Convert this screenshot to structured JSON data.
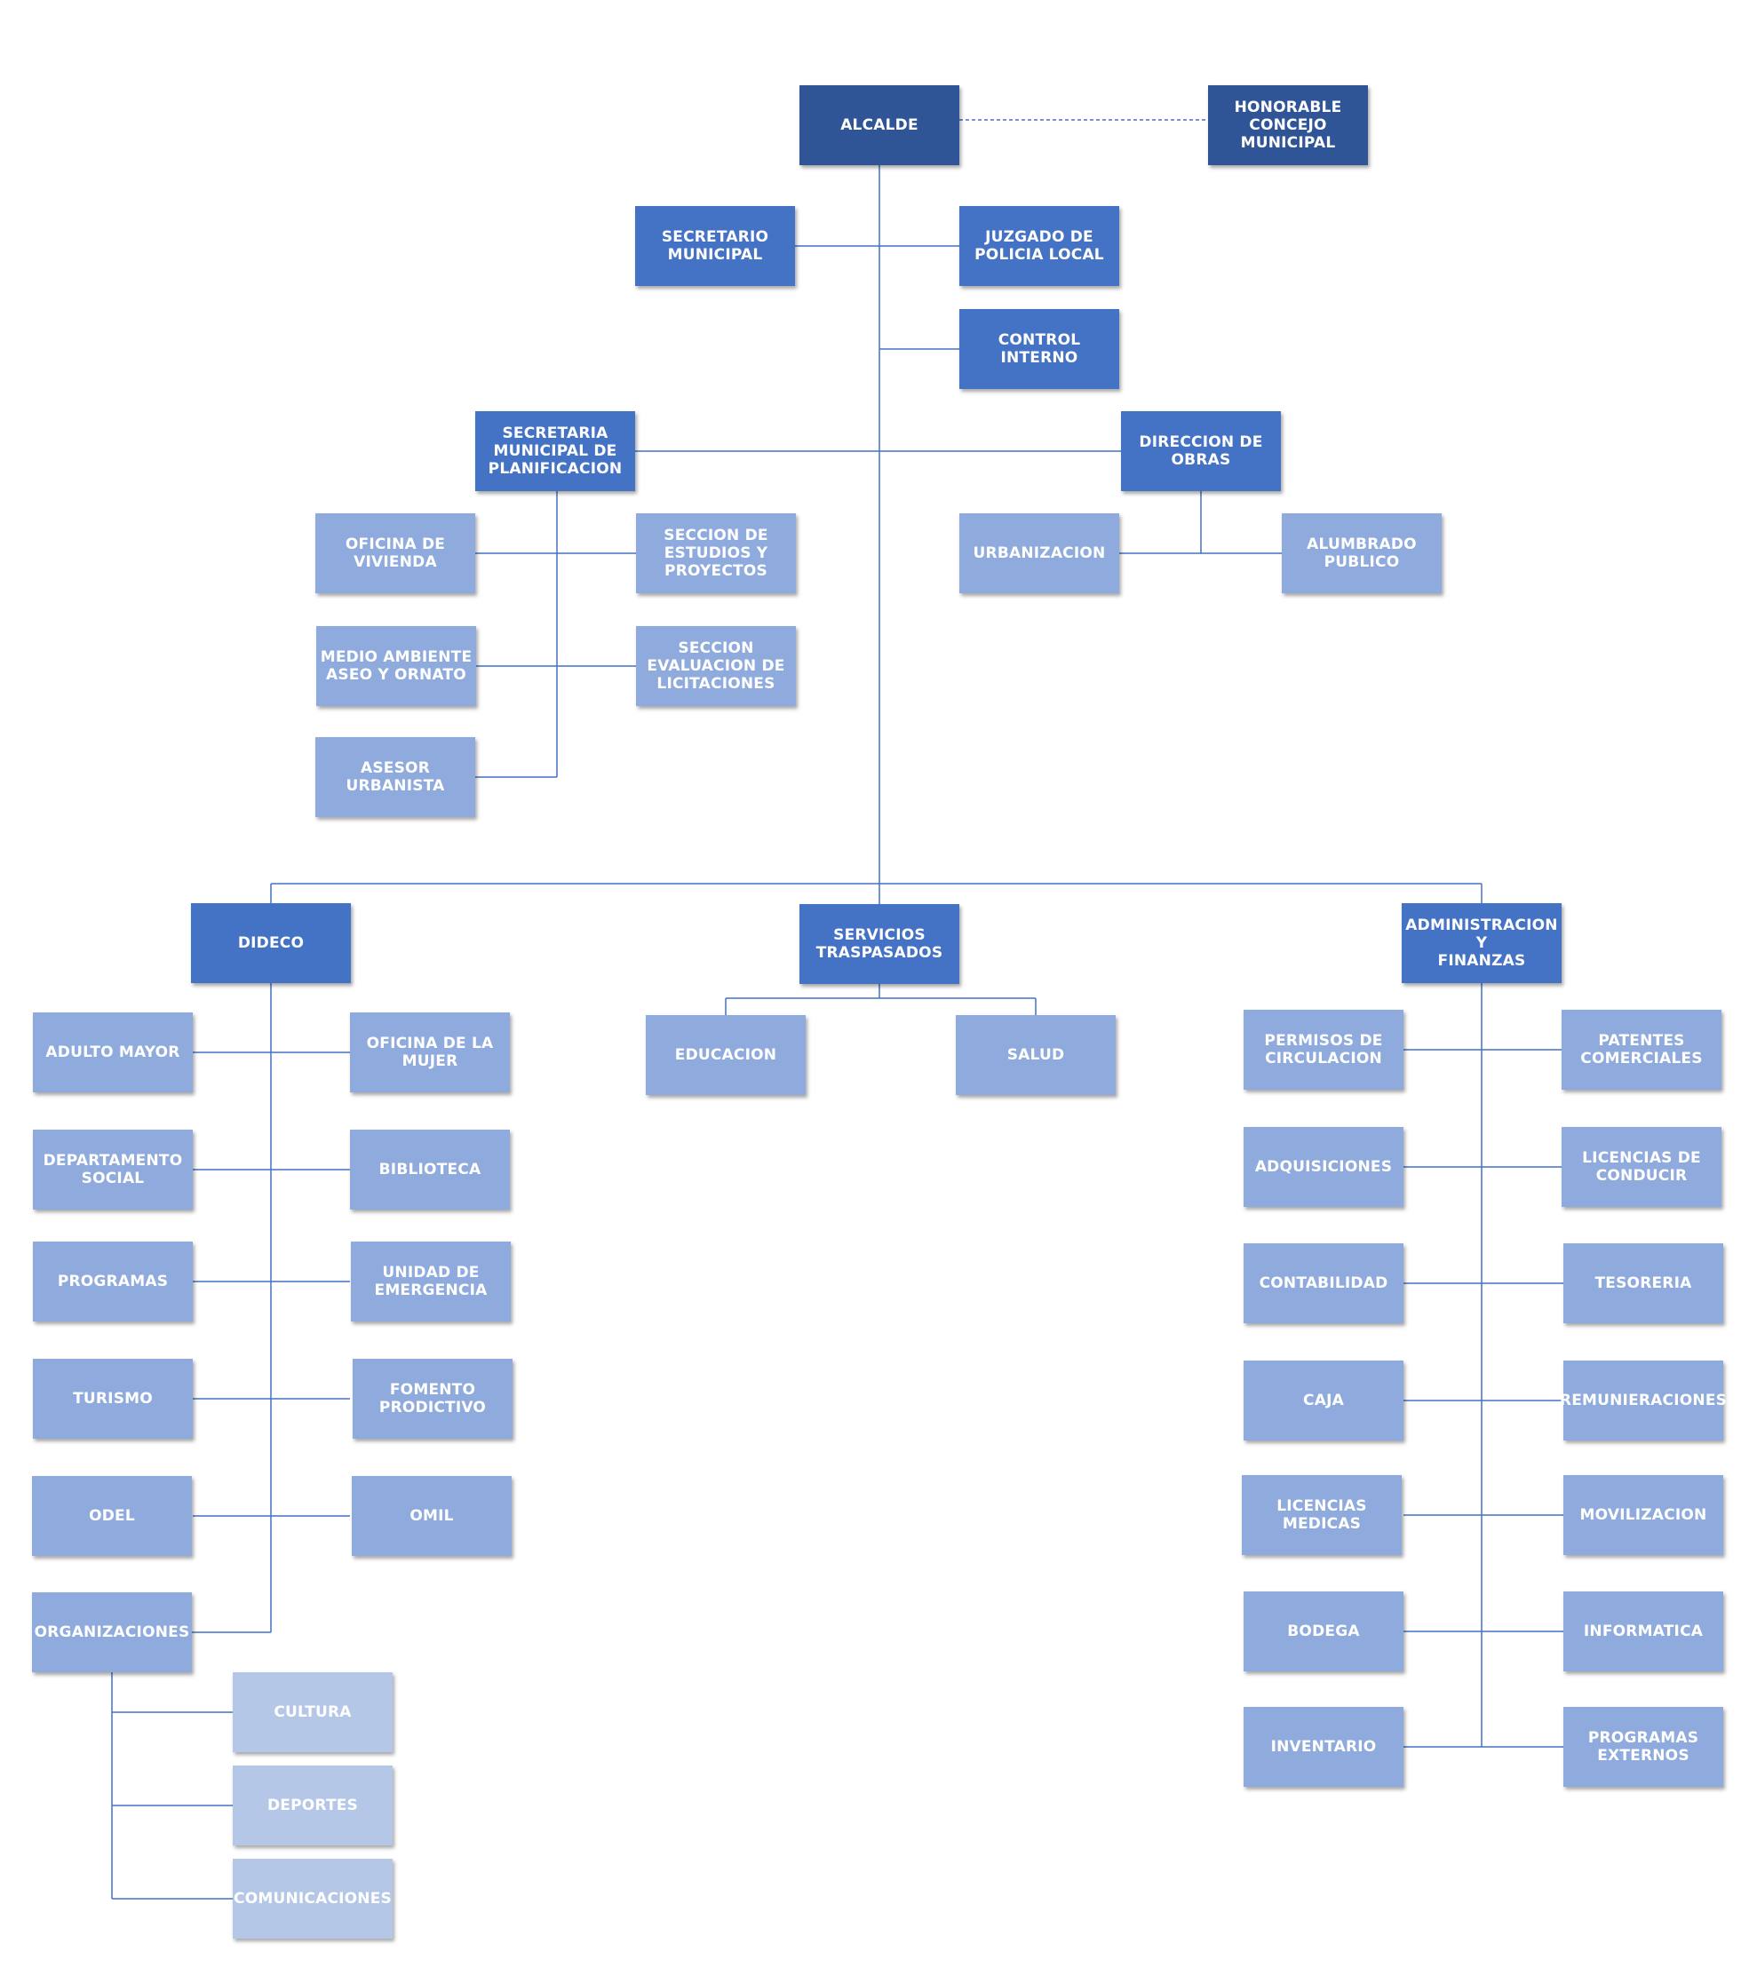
{
  "colors": {
    "level1": "#2f5597",
    "level2": "#4472c4",
    "level3": "#8faadc",
    "level4": "#b4c7e7",
    "connector": "#4472c4"
  },
  "nodes": {
    "alcalde": "ALCALDE",
    "concejo": "HONORABLE\nCONCEJO\nMUNICIPAL",
    "secretario": "SECRETARIO\nMUNICIPAL",
    "juzgado": "JUZGADO DE\nPOLICIA LOCAL",
    "control": "CONTROL INTERNO",
    "secplan": "SECRETARIA\nMUNICIPAL DE\nPLANIFICACION",
    "obras": "DIRECCION DE\nOBRAS",
    "vivienda": "OFICINA DE\nVIVIENDA",
    "estudios": "SECCION DE\nESTUDIOS Y\nPROYECTOS",
    "medio": "MEDIO AMBIENTE\nASEO Y ORNATO",
    "licitaciones": "SECCION\nEVALUACION DE\nLICITACIONES",
    "asesor": "ASESOR URBANISTA",
    "urbanizacion": "URBANIZACION",
    "alumbrado": "ALUMBRADO\nPUBLICO",
    "dideco": "DIDECO",
    "servicios": "SERVICIOS\nTRASPASADOS",
    "admin": "ADMINISTRACION Y\nFINANZAS",
    "adulto": "ADULTO MAYOR",
    "mujer": "OFICINA DE LA\nMUJER",
    "social": "DEPARTAMENTO\nSOCIAL",
    "biblioteca": "BIBLIOTECA",
    "programas": "PROGRAMAS",
    "emergencia": "UNIDAD DE\nEMERGENCIA",
    "turismo": "TURISMO",
    "fomento": "FOMENTO\nPRODICTIVO",
    "odel": "ODEL",
    "omil": "OMIL",
    "organizaciones": "ORGANIZACIONES",
    "cultura": "CULTURA",
    "deportes": "DEPORTES",
    "comunicaciones": "COMUNICACIONES",
    "educacion": "EDUCACION",
    "salud": "SALUD",
    "permisos": "PERMISOS DE\nCIRCULACION",
    "patentes": "PATENTES\nCOMERCIALES",
    "adquisiciones": "ADQUISICIONES",
    "licencias_conducir": "LICENCIAS DE\nCONDUCIR",
    "contabilidad": "CONTABILIDAD",
    "tesoreria": "TESORERIA",
    "caja": "CAJA",
    "remuneraciones": "REMUNIERACIONES",
    "licencias_medicas": "LICENCIAS MEDICAS",
    "movilizacion": "MOVILIZACION",
    "bodega": "BODEGA",
    "informatica": "INFORMATICA",
    "inventario": "INVENTARIO",
    "programas_externos": "PROGRAMAS\nEXTERNOS"
  }
}
